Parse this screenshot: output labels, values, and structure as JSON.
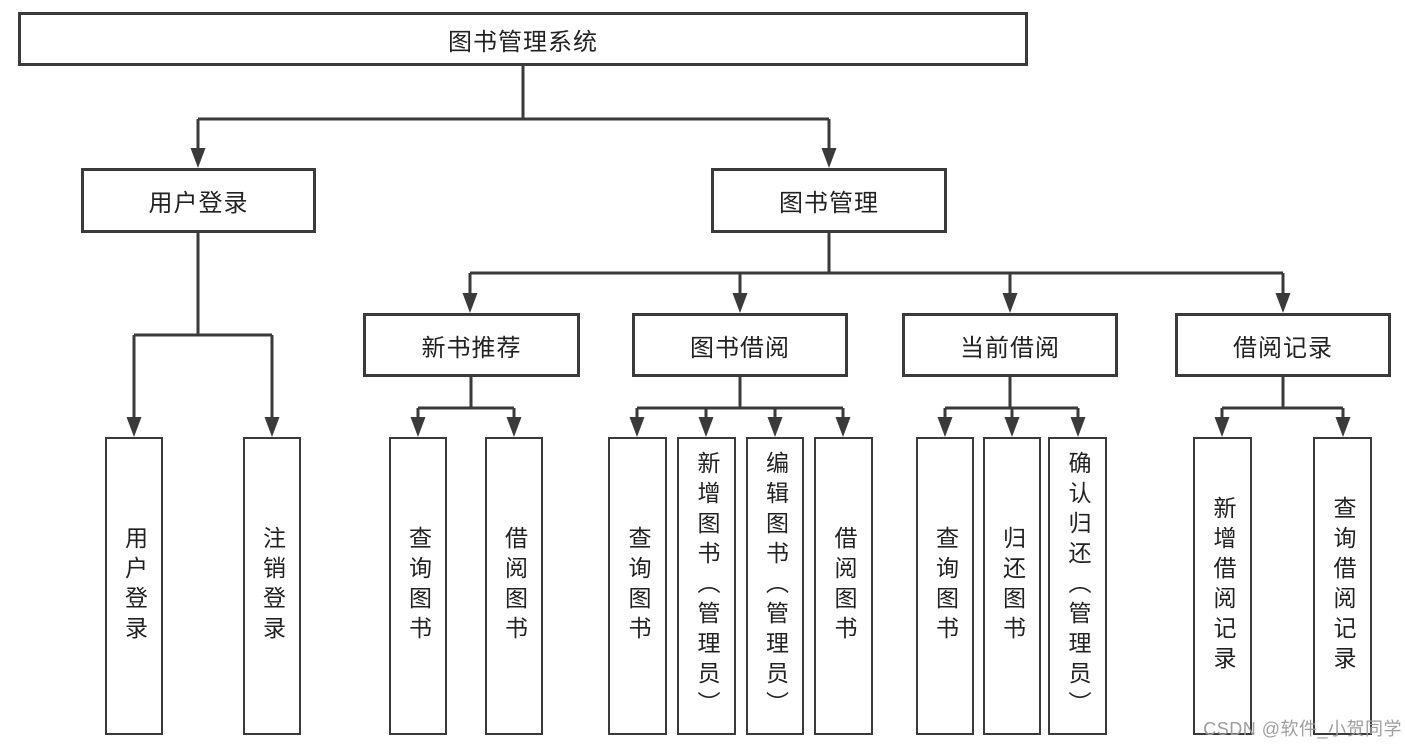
{
  "colors": {
    "background": "#ffffff",
    "line": "#3a3a3a",
    "box_border": "#3a3a3a",
    "text": "#222222",
    "watermark": "#9e9e9e"
  },
  "watermark": {
    "text": "CSDN @软件_小贺同学"
  },
  "tree": {
    "root": {
      "label": "图书管理系统",
      "children": [
        {
          "label": "用户登录",
          "children": [
            {
              "label": "用户登录"
            },
            {
              "label": "注销登录"
            }
          ]
        },
        {
          "label": "图书管理",
          "children": [
            {
              "label": "新书推荐",
              "children": [
                {
                  "label": "查询图书"
                },
                {
                  "label": "借阅图书"
                }
              ]
            },
            {
              "label": "图书借阅",
              "children": [
                {
                  "label": "查询图书"
                },
                {
                  "label": "新增图书（管理员）"
                },
                {
                  "label": "编辑图书（管理员）"
                },
                {
                  "label": "借阅图书"
                }
              ]
            },
            {
              "label": "当前借阅",
              "children": [
                {
                  "label": "查询图书"
                },
                {
                  "label": "归还图书"
                },
                {
                  "label": "确认归还（管理员）"
                }
              ]
            },
            {
              "label": "借阅记录",
              "children": [
                {
                  "label": "新增借阅记录"
                },
                {
                  "label": "查询借阅记录"
                }
              ]
            }
          ]
        }
      ]
    }
  }
}
